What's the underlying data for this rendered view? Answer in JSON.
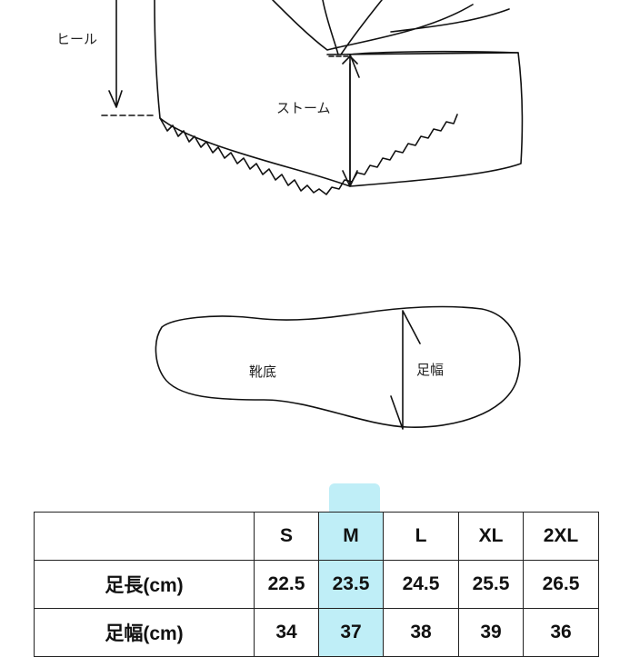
{
  "labels": {
    "heel": "ヒール",
    "platform": "ストーム",
    "sole": "靴底",
    "width": "足幅"
  },
  "size_table": {
    "headers": [
      "",
      "S",
      "M",
      "L",
      "XL",
      "2XL"
    ],
    "rows": [
      {
        "label": "足長(cm)",
        "values": [
          "22.5",
          "23.5",
          "24.5",
          "25.5",
          "26.5"
        ]
      },
      {
        "label": "足幅(cm)",
        "values": [
          "34",
          "37",
          "38",
          "39",
          "36"
        ]
      }
    ],
    "highlight_column": "M"
  },
  "colors": {
    "highlight": "#bfeef7",
    "line": "#222222"
  }
}
